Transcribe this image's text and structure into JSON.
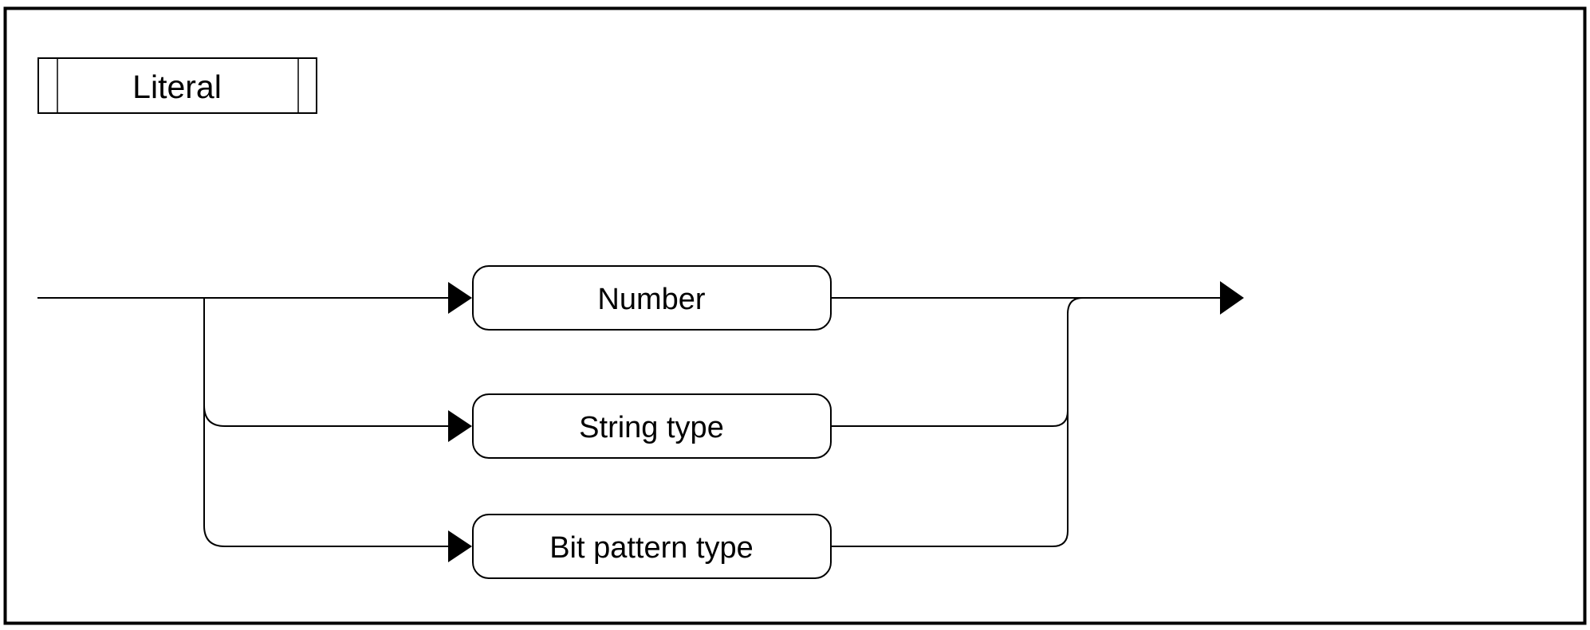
{
  "diagram": {
    "type": "railroad-syntax-diagram",
    "rule": {
      "name": "Literal"
    },
    "alternatives": [
      {
        "label": "Number"
      },
      {
        "label": "String type"
      },
      {
        "label": "Bit pattern type"
      }
    ],
    "icons": {
      "arrowhead": "filled-right-pointing-triangle"
    },
    "colors": {
      "line": "#000000",
      "text": "#000000",
      "background": "#ffffff",
      "node_fill": "#ffffff"
    }
  }
}
